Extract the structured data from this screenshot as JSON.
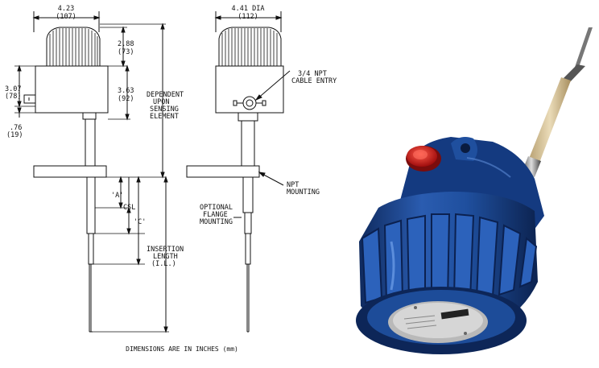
{
  "left_view": {
    "width_in": "4.23",
    "width_mm": "(107)",
    "cap_height_in": "2.88",
    "cap_height_mm": "(73)",
    "housing_height_in": "3.63",
    "housing_height_mm": "(92)",
    "side_height_in": "3.07",
    "side_height_mm": "(78)",
    "offset_in": ".76",
    "offset_mm": "(19)",
    "dependent_note": [
      "DEPENDENT",
      "UPON",
      "SENSING",
      "ELEMENT"
    ],
    "dim_a": "'A'",
    "dim_csl": "CSL",
    "dim_c": "'C'",
    "insertion_note": [
      "INSERTION",
      "LENGTH",
      "(I.L.)"
    ]
  },
  "right_view": {
    "dia_in": "4.41 DIA",
    "dia_mm": "(112)",
    "cable_entry": [
      "3/4 NPT",
      "CABLE ENTRY"
    ],
    "npt_mounting": [
      "NPT",
      "MOUNTING"
    ],
    "flange_note": [
      "OPTIONAL",
      "FLANGE",
      "MOUNTING"
    ]
  },
  "footer": "DIMENSIONS ARE IN INCHES (mm)",
  "colors": {
    "housing_blue": "#1f4f9e",
    "housing_dark": "#0f2a5e",
    "plug_red": "#d21a1a",
    "probe_tan": "#d9c49a"
  }
}
